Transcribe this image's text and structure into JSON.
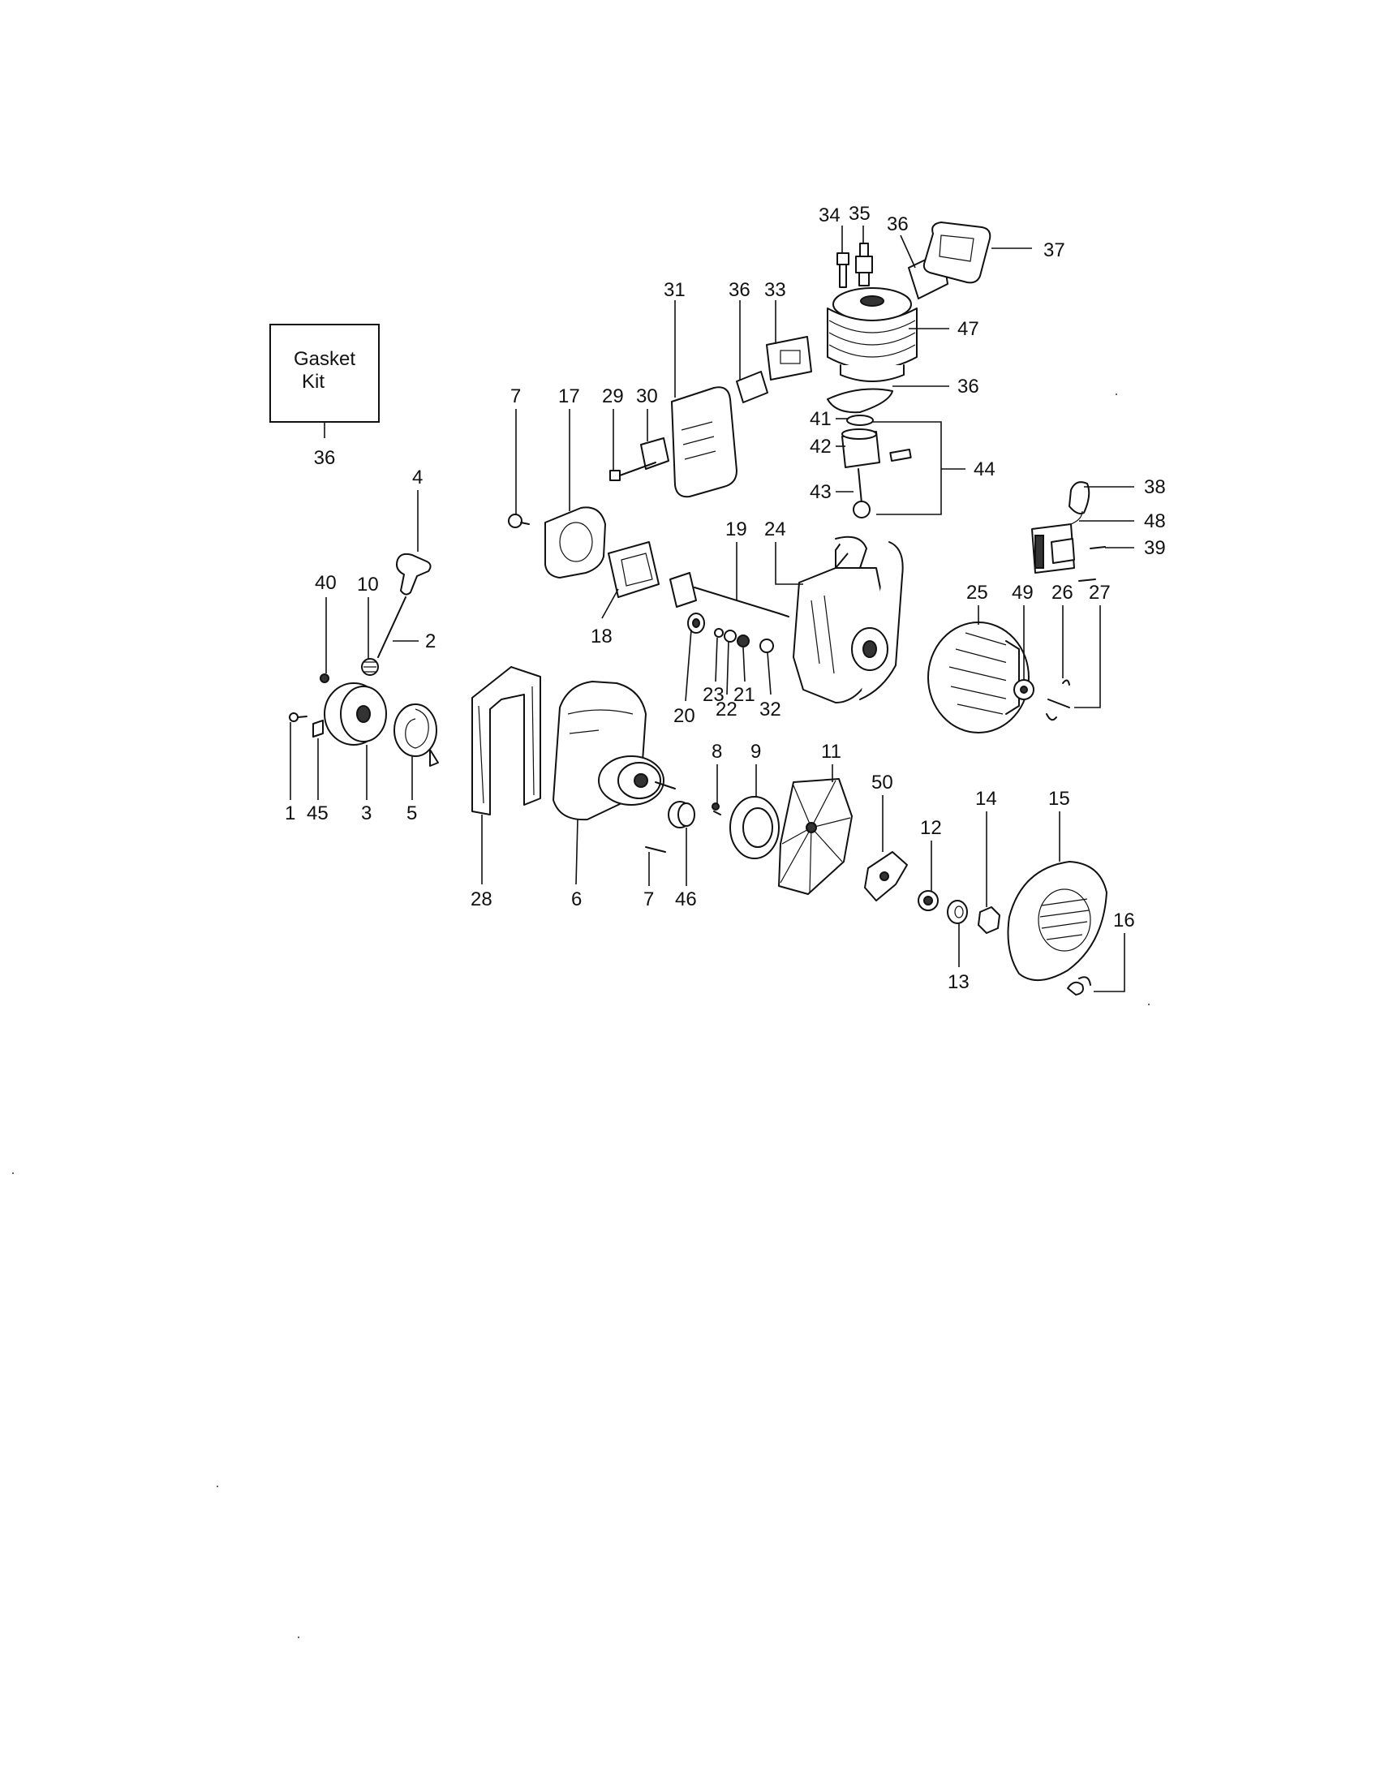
{
  "gasket_kit": {
    "line1": "Gasket",
    "line2": "Kit",
    "ref": "36"
  },
  "labels": {
    "p1": "1",
    "p2": "2",
    "p3": "3",
    "p4": "4",
    "p5": "5",
    "p6": "6",
    "p7a": "7",
    "p7b": "7",
    "p8": "8",
    "p9": "9",
    "p10": "10",
    "p11": "11",
    "p12": "12",
    "p13": "13",
    "p14": "14",
    "p15": "15",
    "p16": "16",
    "p17": "17",
    "p18": "18",
    "p19": "19",
    "p20": "20",
    "p21": "21",
    "p22": "22",
    "p23": "23",
    "p24": "24",
    "p25": "25",
    "p26": "26",
    "p27": "27",
    "p28": "28",
    "p29": "29",
    "p30": "30",
    "p31": "31",
    "p32": "32",
    "p33": "33",
    "p34": "34",
    "p35": "35",
    "p36a": "36",
    "p36b": "36",
    "p36c": "36",
    "p37": "37",
    "p38": "38",
    "p39": "39",
    "p40": "40",
    "p41": "41",
    "p42": "42",
    "p43": "43",
    "p44": "44",
    "p45": "45",
    "p46": "46",
    "p47": "47",
    "p48": "48",
    "p49": "49",
    "p50": "50"
  }
}
